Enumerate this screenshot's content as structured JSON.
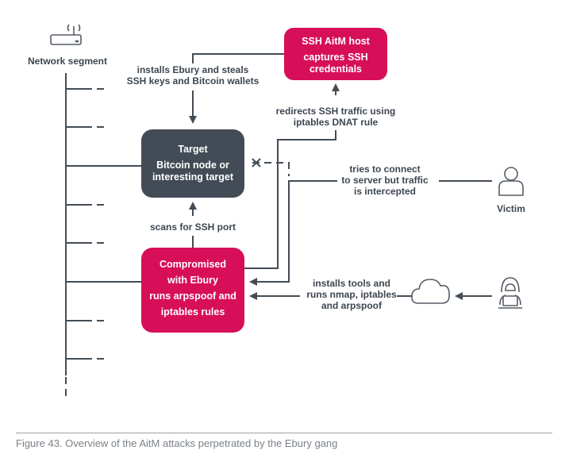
{
  "colors": {
    "accent": "#d70f58",
    "dark_box": "#434c56",
    "line": "#444d56",
    "text": "#3d4650",
    "caption": "#7b8187"
  },
  "network_segment": {
    "label": "Network segment",
    "icon": "router-icon"
  },
  "nodes": {
    "aitm_host": {
      "title": "SSH AitM host",
      "lines": [
        "captures SSH",
        "credentials"
      ]
    },
    "target": {
      "title": "Target",
      "lines": [
        "Bitcoin node or",
        "interesting target"
      ]
    },
    "compromised": {
      "lines": [
        "Compromised",
        "with Ebury",
        "runs arpspoof and",
        "iptables rules"
      ]
    },
    "victim": {
      "label": "Victim",
      "icon": "user-icon"
    },
    "attacker": {
      "icon": "hooded-hacker-icon"
    },
    "internet": {
      "icon": "cloud-icon"
    }
  },
  "edges": {
    "installs_ebury": [
      "installs Ebury and steals",
      "SSH keys and Bitcoin wallets"
    ],
    "redirects": [
      "redirects SSH traffic using",
      "iptables DNAT rule"
    ],
    "tries_connect": [
      "tries to connect",
      "to server but traffic",
      "is intercepted"
    ],
    "scans": [
      "scans for SSH port"
    ],
    "installs_tools": [
      "installs tools and",
      "runs nmap, iptables",
      "and arpspoof"
    ]
  },
  "caption": "Figure 43. Overview of the AitM attacks perpetrated by the Ebury gang"
}
